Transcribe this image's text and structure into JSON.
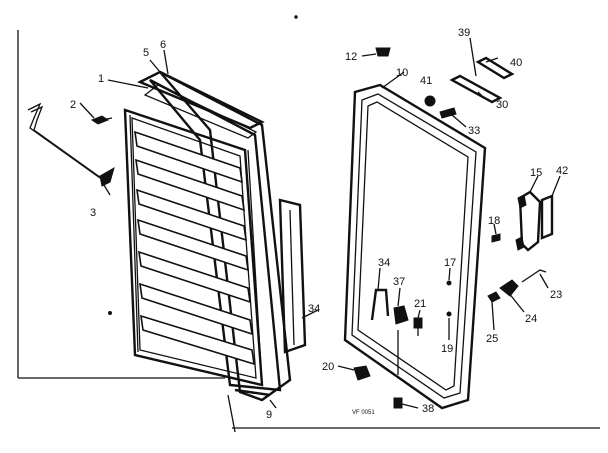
{
  "diagram": {
    "callouts": [
      {
        "id": "c1",
        "text": "1"
      },
      {
        "id": "c2",
        "text": "2"
      },
      {
        "id": "c3",
        "text": "3"
      },
      {
        "id": "c5",
        "text": "5"
      },
      {
        "id": "c6",
        "text": "6"
      },
      {
        "id": "c9",
        "text": "9"
      },
      {
        "id": "c10",
        "text": "10"
      },
      {
        "id": "c12",
        "text": "12"
      },
      {
        "id": "c15",
        "text": "15"
      },
      {
        "id": "c17",
        "text": "17"
      },
      {
        "id": "c18",
        "text": "18"
      },
      {
        "id": "c19",
        "text": "19"
      },
      {
        "id": "c20",
        "text": "20"
      },
      {
        "id": "c21",
        "text": "21"
      },
      {
        "id": "c23",
        "text": "23"
      },
      {
        "id": "c24",
        "text": "24"
      },
      {
        "id": "c25",
        "text": "25"
      },
      {
        "id": "c30",
        "text": "30"
      },
      {
        "id": "c33",
        "text": "33"
      },
      {
        "id": "c34a",
        "text": "34"
      },
      {
        "id": "c34b",
        "text": "34"
      },
      {
        "id": "c37",
        "text": "37"
      },
      {
        "id": "c38",
        "text": "38"
      },
      {
        "id": "c39",
        "text": "39"
      },
      {
        "id": "c40",
        "text": "40"
      },
      {
        "id": "c41",
        "text": "41"
      },
      {
        "id": "c42",
        "text": "42"
      }
    ],
    "stamp": "VF 0051"
  }
}
